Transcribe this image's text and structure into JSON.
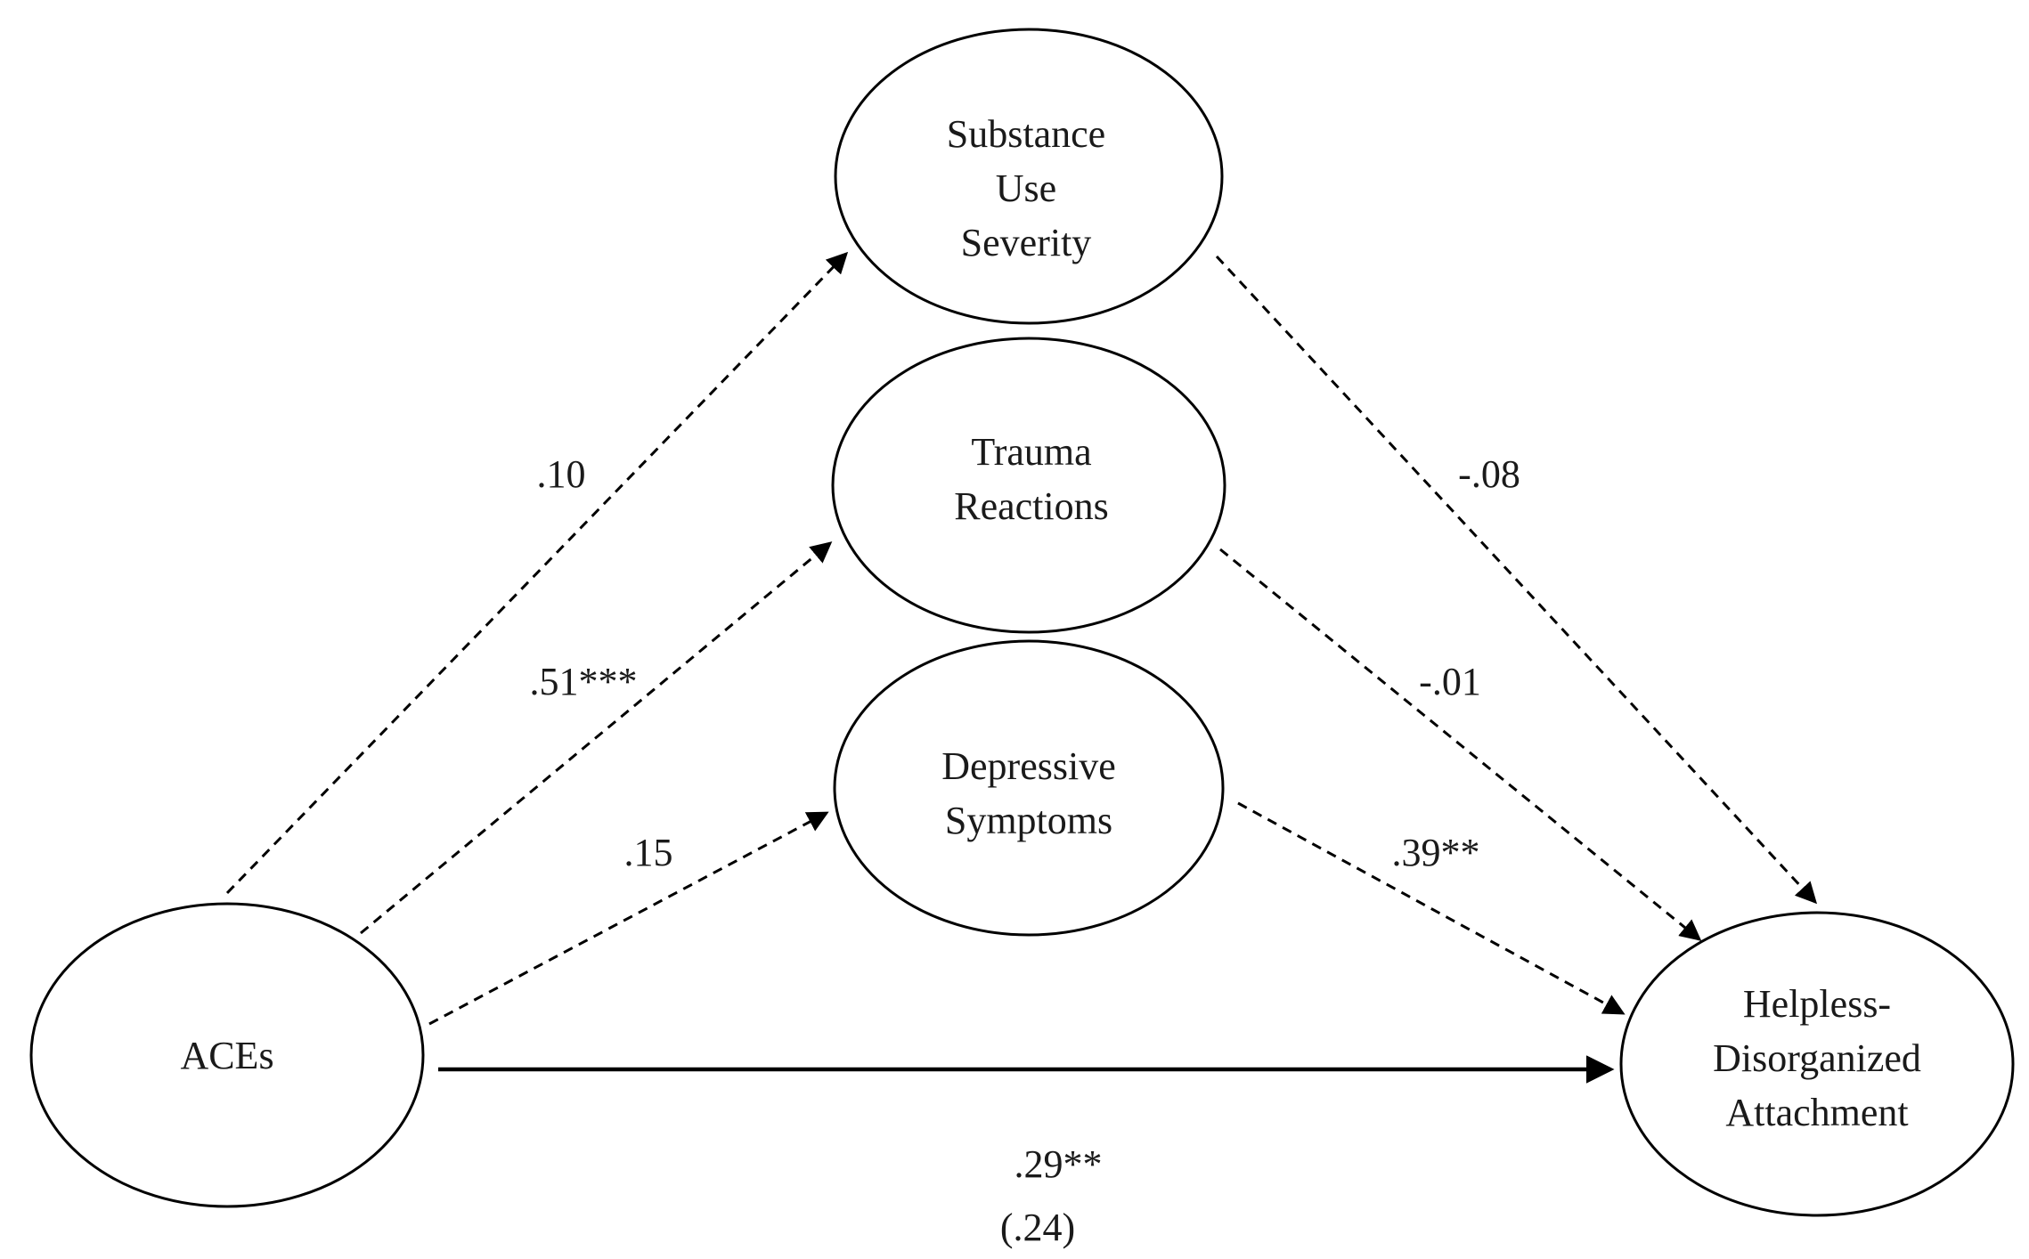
{
  "nodes": {
    "aces": {
      "lines": [
        "ACEs"
      ]
    },
    "substance": {
      "lines": [
        "Substance",
        "Use",
        "Severity"
      ]
    },
    "trauma": {
      "lines": [
        "Trauma",
        "Reactions"
      ]
    },
    "depressive": {
      "lines": [
        "Depressive",
        "Symptoms"
      ]
    },
    "attachment": {
      "lines": [
        "Helpless-",
        "Disorganized",
        "Attachment"
      ]
    }
  },
  "edges": {
    "aces_substance": {
      "label": ".10",
      "style": "dashed"
    },
    "aces_trauma": {
      "label": ".51***",
      "style": "dashed"
    },
    "aces_depressive": {
      "label": ".15",
      "style": "dashed"
    },
    "substance_attachment": {
      "label": "-.08",
      "style": "dashed"
    },
    "trauma_attachment": {
      "label": "-.01",
      "style": "dashed"
    },
    "depressive_attachment": {
      "label": ".39**",
      "style": "dashed"
    },
    "aces_attachment": {
      "label": ".29**",
      "label2": "(.24)",
      "style": "solid"
    }
  },
  "colors": {
    "stroke": "#000000",
    "text": "#1a1a1a",
    "background": "#ffffff"
  }
}
